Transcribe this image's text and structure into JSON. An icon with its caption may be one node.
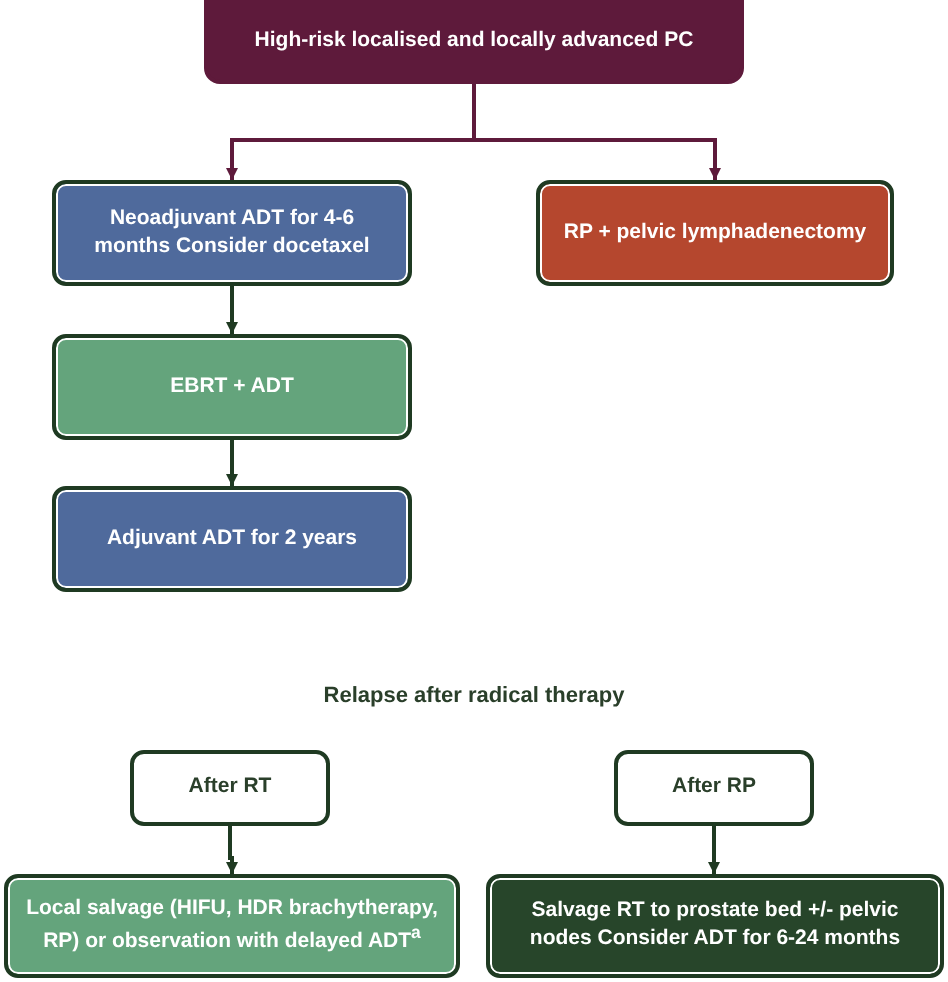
{
  "diagram": {
    "nodes": [
      {
        "text": [
          "High-risk localised and locally advanced PC"
        ]
      },
      {
        "text": [
          "Neoadjuvant ADT for 4-6 months Consider docetaxel"
        ]
      },
      {
        "text": [
          "RP + pelvic lymphadenectomy"
        ]
      },
      {
        "text": [
          "EBRT + ADT"
        ]
      },
      {
        "text": [
          "Adjuvant ADT for 2 years"
        ]
      },
      {
        "text": [
          "After RT"
        ]
      },
      {
        "text": [
          "After RP"
        ]
      },
      {
        "text": [
          "Local salvage (HIFU, HDR brachytherapy, RP) or observation with delayed ADT$^{a}$"
        ]
      },
      {
        "text": [
          "Salvage RT to prostate bed +/- pelvic nodes Consider ADT for 6-24 months"
        ]
      }
    ],
    "edges": [
      {
        "from": 0,
        "to": 1,
        "arrow": "to",
        "color": "#5e1a3b"
      },
      {
        "from": 0,
        "to": 2,
        "arrow": "to",
        "color": "#5e1a3b"
      },
      {
        "from": 1,
        "to": 3,
        "arrow": "to"
      },
      {
        "from": 3,
        "to": 4,
        "arrow": "to"
      },
      {
        "from": 5,
        "to": 7,
        "arrow": "to"
      },
      {
        "from": 6,
        "to": 8,
        "arrow": "to"
      }
    ],
    "labels": [
      "Relapse after radical therapy"
    ]
  }
}
